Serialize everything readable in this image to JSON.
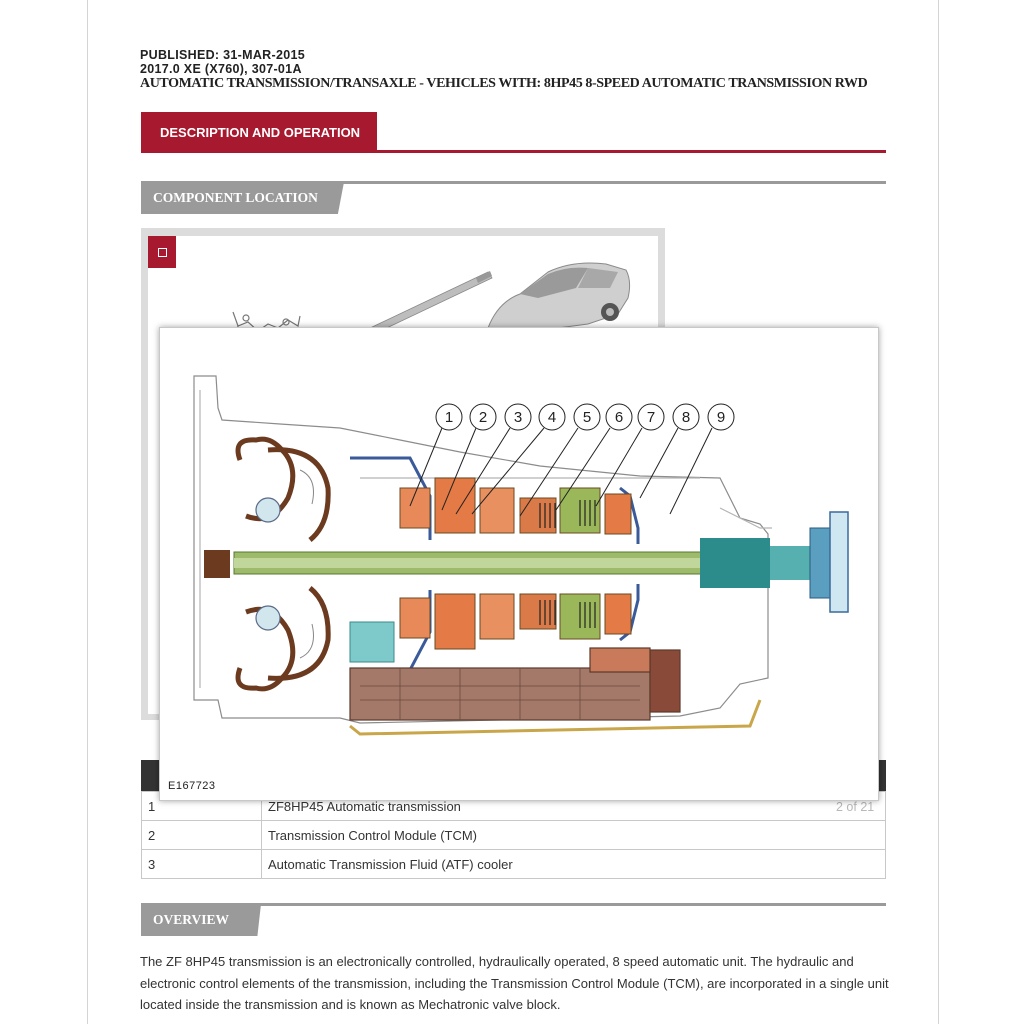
{
  "header": {
    "published": "PUBLISHED: 31-MAR-2015",
    "model": "2017.0 XE (X760), 307-01A",
    "title": "AUTOMATIC TRANSMISSION/TRANSAXLE - VEHICLES WITH: 8HP45 8-SPEED AUTOMATIC TRANSMISSION RWD"
  },
  "tab_description": "DESCRIPTION AND OPERATION",
  "section_component_location": "COMPONENT LOCATION",
  "figure": {
    "id": "E167723",
    "callouts": [
      "1",
      "2",
      "3",
      "4",
      "5",
      "6",
      "7",
      "8",
      "9"
    ],
    "page_count": "2 of 21"
  },
  "parts_table": [
    {
      "num": "1",
      "desc": "ZF8HP45 Automatic transmission"
    },
    {
      "num": "2",
      "desc": "Transmission Control Module (TCM)"
    },
    {
      "num": "3",
      "desc": "Automatic Transmission Fluid (ATF) cooler"
    }
  ],
  "section_overview": "OVERVIEW",
  "overview_text": "The ZF 8HP45 transmission is an electronically controlled, hydraulically operated, 8 speed automatic unit. The hydraulic and electronic control elements of the transmission, including the Transmission Control Module (TCM), are incorporated in a single unit located inside the transmission and is known as Mechatronic valve block."
}
